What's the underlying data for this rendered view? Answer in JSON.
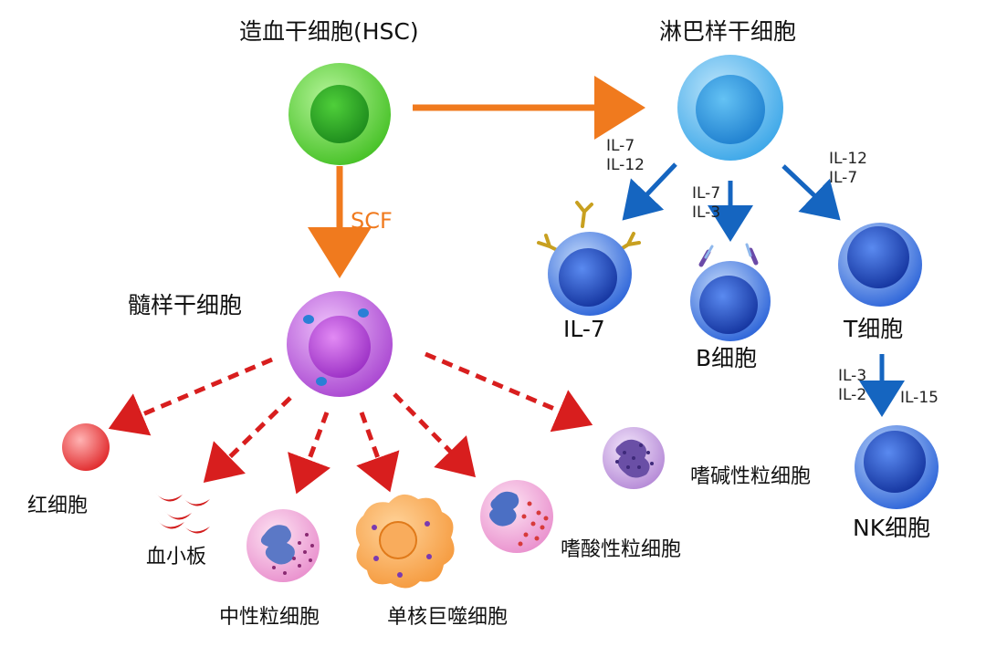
{
  "nodes": {
    "hsc": "造血干细胞(HSC)",
    "lymphoid": "淋巴样干细胞",
    "myeloid": "髓样干细胞",
    "il7_cell": "IL-7",
    "b_cell": "B细胞",
    "t_cell": "T细胞",
    "nk_cell": "NK细胞",
    "rbc": "红细胞",
    "platelet": "血小板",
    "neutrophil": "中性粒细胞",
    "monocyte": "单核巨噬细胞",
    "eosinophil": "嗜酸性粒细胞",
    "basophil": "嗜碱性粒细胞"
  },
  "edges": {
    "scf": "SCF",
    "to_il7": [
      "IL-7",
      "IL-12"
    ],
    "to_b": [
      "IL-7",
      "IL-3"
    ],
    "to_t": [
      "IL-12",
      "IL-7"
    ],
    "to_nk_left": [
      "IL-3",
      "IL-2"
    ],
    "to_nk_right": "IL-15"
  },
  "colors": {
    "orange_arrow": "#f07a1e",
    "blue_arrow": "#1565c0",
    "red_dashed": "#d81e1e",
    "hsc_green": "#5cd63a",
    "lymphoid_blue": "#3aa6e8",
    "myeloid_purple": "#a844d0"
  }
}
